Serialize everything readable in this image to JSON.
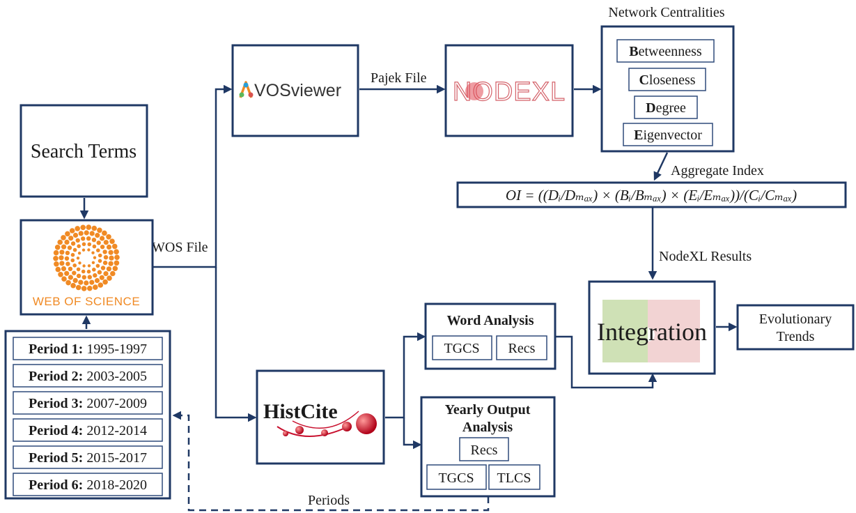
{
  "nodes": {
    "search_terms": "Search Terms",
    "web_of_science": "WEB OF SCIENCE",
    "vosviewer": "VOSviewer",
    "nodexl_logo": "NODEXL",
    "histcite": "HistCite",
    "integration": "Integration",
    "evolutionary_trends": [
      "Evolutionary",
      "Trends"
    ]
  },
  "network_centralities": {
    "title": "Network Centralities",
    "items": [
      {
        "initial": "B",
        "rest": "etweenness"
      },
      {
        "initial": "C",
        "rest": "loseness"
      },
      {
        "initial": "D",
        "rest": "egree"
      },
      {
        "initial": "E",
        "rest": "igenvector"
      }
    ]
  },
  "formula": {
    "label": "Aggregate Index",
    "text": "OI = ((Dᵢ/Dₘₐₓ) × (Bᵢ/Bₘₐₓ) × (Eᵢ/Eₘₐₓ))/(Cᵢ/Cₘₐₓ)"
  },
  "periods": [
    {
      "label": "Period 1:",
      "range": "1995-1997"
    },
    {
      "label": "Period 2:",
      "range": "2003-2005"
    },
    {
      "label": "Period 3:",
      "range": "2007-2009"
    },
    {
      "label": "Period 4:",
      "range": "2012-2014"
    },
    {
      "label": "Period 5:",
      "range": "2015-2017"
    },
    {
      "label": "Period 6:",
      "range": "2018-2020"
    }
  ],
  "word_analysis": {
    "title": "Word Analysis",
    "cells": [
      "TGCS",
      "Recs"
    ]
  },
  "yearly_output": {
    "title_lines": [
      "Yearly Output",
      "Analysis"
    ],
    "top_cell": "Recs",
    "bottom_cells": [
      "TGCS",
      "TLCS"
    ]
  },
  "edge_labels": {
    "wos_file": "WOS File",
    "pajek_file": "Pajek File",
    "nodexl_results": "NodeXL Results",
    "periods": "Periods"
  },
  "colors": {
    "line": "#1f3864",
    "orange": "#f08a24",
    "red": "#c8102e",
    "green": "#a8c97a",
    "pink": "#e8b0b0"
  }
}
